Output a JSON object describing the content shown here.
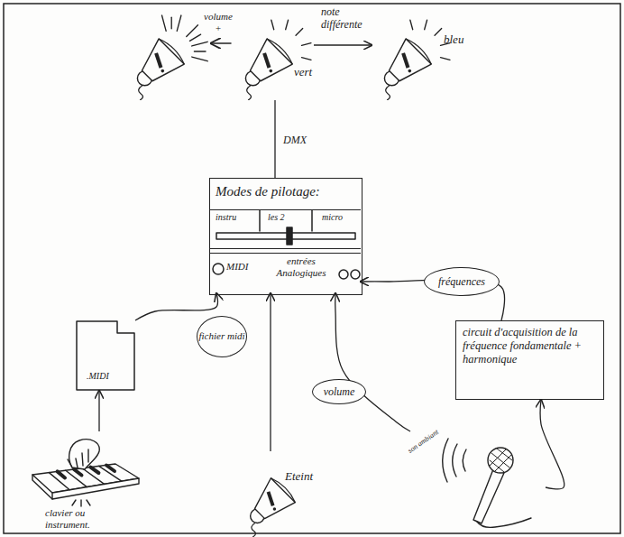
{
  "diagram": {
    "nodes": [
      {
        "text": [
          "vert"
        ]
      },
      {
        "text": [
          "bleu"
        ]
      },
      {
        "text": [
          "Modes de pilotage:"
        ]
      },
      {
        "text": [
          "instru",
          "les 2",
          "micro"
        ],
        "in": 2
      },
      {
        "text": [
          "MIDI",
          "entrées Analogiques"
        ],
        "in": 2
      },
      {
        "text": [
          ".MIDI"
        ]
      },
      {
        "text": [
          "circuit d'acquisition de la fréquence fondamentale + harmonique"
        ]
      },
      {
        "text": [
          "clavier ou instrument."
        ]
      },
      {
        "text": [
          "Eteint"
        ]
      },
      {
        "text": [
          "son ambiant"
        ]
      }
    ],
    "edges": [
      {
        "from": 0,
        "to": 1,
        "label": "note différente",
        "arrow": "to"
      },
      {
        "from": 2,
        "to": 0,
        "label": "DMX",
        "arrow": "none"
      },
      {
        "from": 5,
        "to": 4,
        "label": "fichier midi",
        "arrow": "to"
      },
      {
        "from": 7,
        "to": 5,
        "arrow": "to"
      },
      {
        "from": 8,
        "to": 4,
        "arrow": "to"
      },
      {
        "from": 9,
        "to": 6,
        "arrow": "to"
      },
      {
        "from": 9,
        "to": 4,
        "label": "volume",
        "arrow": "to"
      },
      {
        "from": 6,
        "to": 4,
        "label": "fréquences",
        "arrow": "to"
      }
    ],
    "labels": [
      "volume +"
    ]
  }
}
